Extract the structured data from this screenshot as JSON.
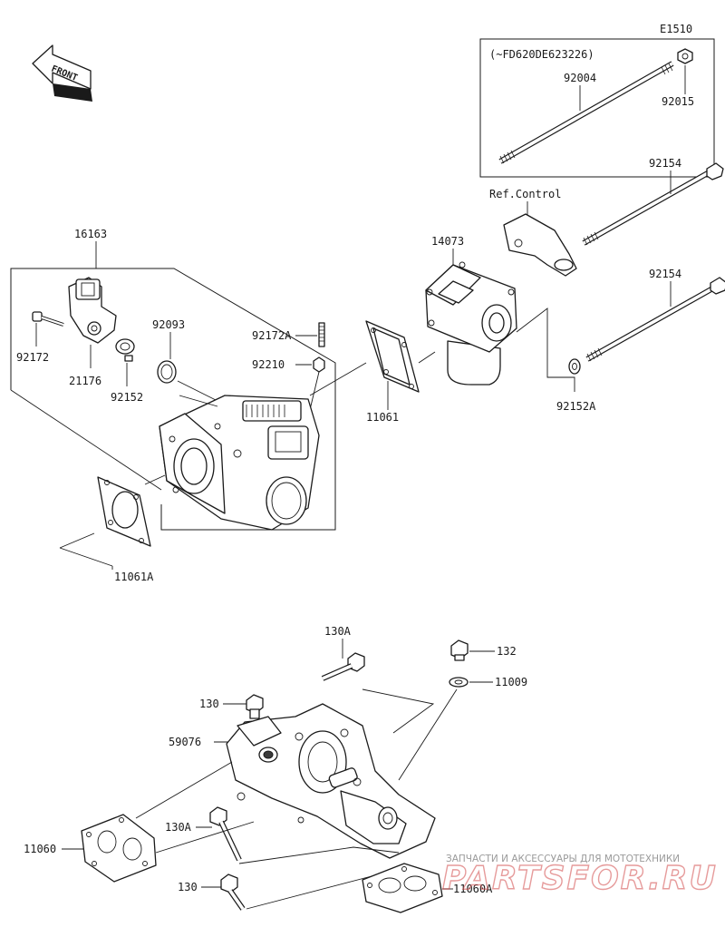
{
  "diagram_code": "E1510",
  "serial_note": "(~FD620DE623226)",
  "front_marker": "FRONT",
  "ref_label": "Ref.Control",
  "parts": {
    "p16163": "16163",
    "p92172": "92172",
    "p21176": "21176",
    "p92152": "92152",
    "p92093": "92093",
    "p92172A": "92172A",
    "p92210": "92210",
    "p11061": "11061",
    "p11061A": "11061A",
    "p14073": "14073",
    "p92004": "92004",
    "p92015": "92015",
    "p92154_top": "92154",
    "p92154_bottom": "92154",
    "p92152A": "92152A",
    "p130A_top": "130A",
    "p132": "132",
    "p11009": "11009",
    "p130_top": "130",
    "p59076": "59076",
    "p130A_bottom": "130A",
    "p11060": "11060",
    "p130_bottom": "130",
    "p11060A": "11060A"
  },
  "watermark": {
    "caption": "ЗАПЧАСТИ И АКСЕССУАРЫ ДЛЯ МОТОТЕХНИКИ",
    "brand": "PARTSFOR.RU"
  }
}
